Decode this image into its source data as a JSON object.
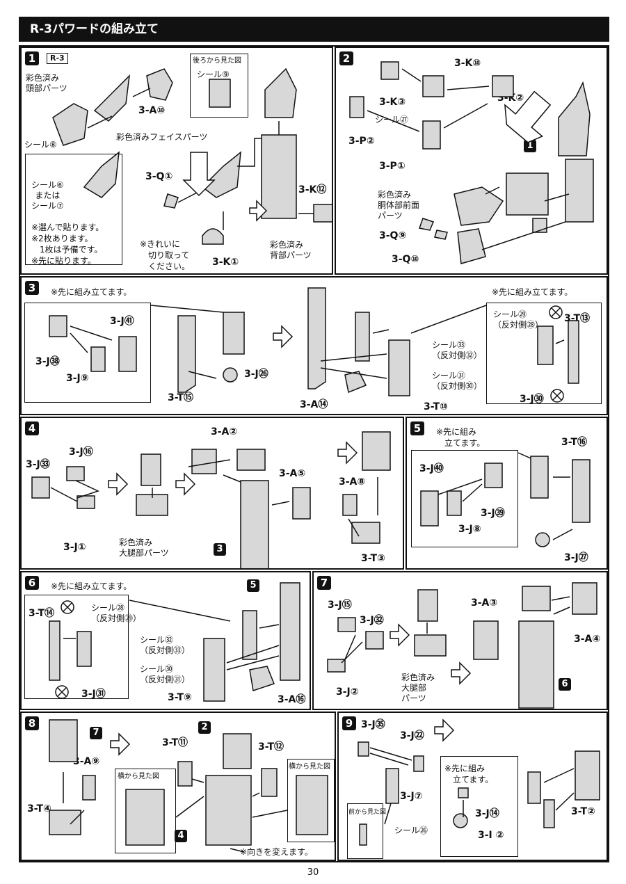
{
  "title": "R-3パワードの組み立て",
  "page_number": "30",
  "step1": {
    "number": "1",
    "badge": "R-3",
    "label_head": "彩色済み\n頭部パーツ",
    "seal8": "シール⑧",
    "back_view": "後ろから見た図",
    "seal9": "シール⑨",
    "part_a10": "3-A⑩",
    "face": "彩色済みフェイスパーツ",
    "seal67": "シール⑥\nまたは\nシール⑦",
    "notes": "※選んで貼ります。\n※2枚あります。\n　1枚は予備です。\n※先に貼ります。",
    "part_q1": "3-Q①",
    "note_cut": "※きれいに\n　切り取って\n　ください。",
    "part_k1": "3-K①",
    "part_k12": "3-K⑫",
    "back_parts": "彩色済み\n背部パーツ"
  },
  "step2": {
    "number": "2",
    "part_k10": "3-K⑩",
    "part_k3": "3-K③",
    "part_k2": "3-K②",
    "seal27": "シール㉗",
    "part_p2": "3-P②",
    "part_p1": "3-P①",
    "ref1": "1",
    "torso": "彩色済み\n胴体部前面\nパーツ",
    "part_q9": "3-Q⑨",
    "part_q10": "3-Q⑩"
  },
  "step3": {
    "number": "3",
    "note_first": "※先に組み立てます。",
    "part_j41": "3-J㊶",
    "part_j38": "3-J㊳",
    "part_j9": "3-J⑨",
    "part_t15": "3-T⑮",
    "part_j26": "3-J㉖",
    "seal33": "シール㉝\n（反対側㉜）",
    "seal31": "シール㉛\n（反対側㉚）",
    "part_a14": "3-A⑭",
    "part_t10": "3-T⑩",
    "note_first2": "※先に組み立てます。",
    "seal29": "シール㉙\n（反対側㉘）",
    "part_t13": "3-T⑬",
    "part_j30": "3-J㉚"
  },
  "step4": {
    "number": "4",
    "part_j33": "3-J㉝",
    "part_j16": "3-J⑯",
    "part_j1": "3-J①",
    "thigh": "彩色済み\n大腿部パーツ",
    "part_a2": "3-A②",
    "part_a5": "3-A⑤",
    "ref3": "3",
    "part_a8": "3-A⑧",
    "part_t3": "3-T③"
  },
  "step5": {
    "number": "5",
    "note": "※先に組み\n　立てます。",
    "part_t16": "3-T⑯",
    "part_j40": "3-J㊵",
    "part_j39": "3-J㊴",
    "part_j8": "3-J⑧",
    "part_j27": "3-J㉗"
  },
  "step6": {
    "number": "6",
    "note": "※先に組み立てます。",
    "ref5": "5",
    "part_t14": "3-T⑭",
    "seal28": "シール㉘\n（反対側㉙）",
    "part_j31": "3-J㉛",
    "seal32": "シール㉜\n（反対側㉝）",
    "seal30": "シール㉚\n（反対側㉛）",
    "part_t9": "3-T⑨",
    "part_a16": "3-A⑯"
  },
  "step7": {
    "number": "7",
    "part_j15": "3-J⑮",
    "part_j32": "3-J㉜",
    "part_j2": "3-J②",
    "thigh": "彩色済み\n大腿部\nパーツ",
    "part_a3": "3-A③",
    "part_a4": "3-A④",
    "ref6": "6"
  },
  "step8": {
    "number": "8",
    "ref7": "7",
    "part_a9": "3-A⑨",
    "part_t4": "3-T④",
    "part_t11": "3-T⑪",
    "ref2": "2",
    "part_t12": "3-T⑫",
    "side_view1": "横から見た図",
    "side_view2": "横から見た図",
    "ref4": "4",
    "note_dir": "※向きを変えます。"
  },
  "step9": {
    "number": "9",
    "part_j35": "3-J㉟",
    "part_j22": "3-J㉒",
    "part_j7": "3-J⑦",
    "front_view": "前から見た図",
    "seal26": "シール㉖",
    "note": "※先に組み\n　立てます。",
    "part_j14": "3-J⑭",
    "part_i2": "3-I ②",
    "part_t2": "3-T②"
  }
}
